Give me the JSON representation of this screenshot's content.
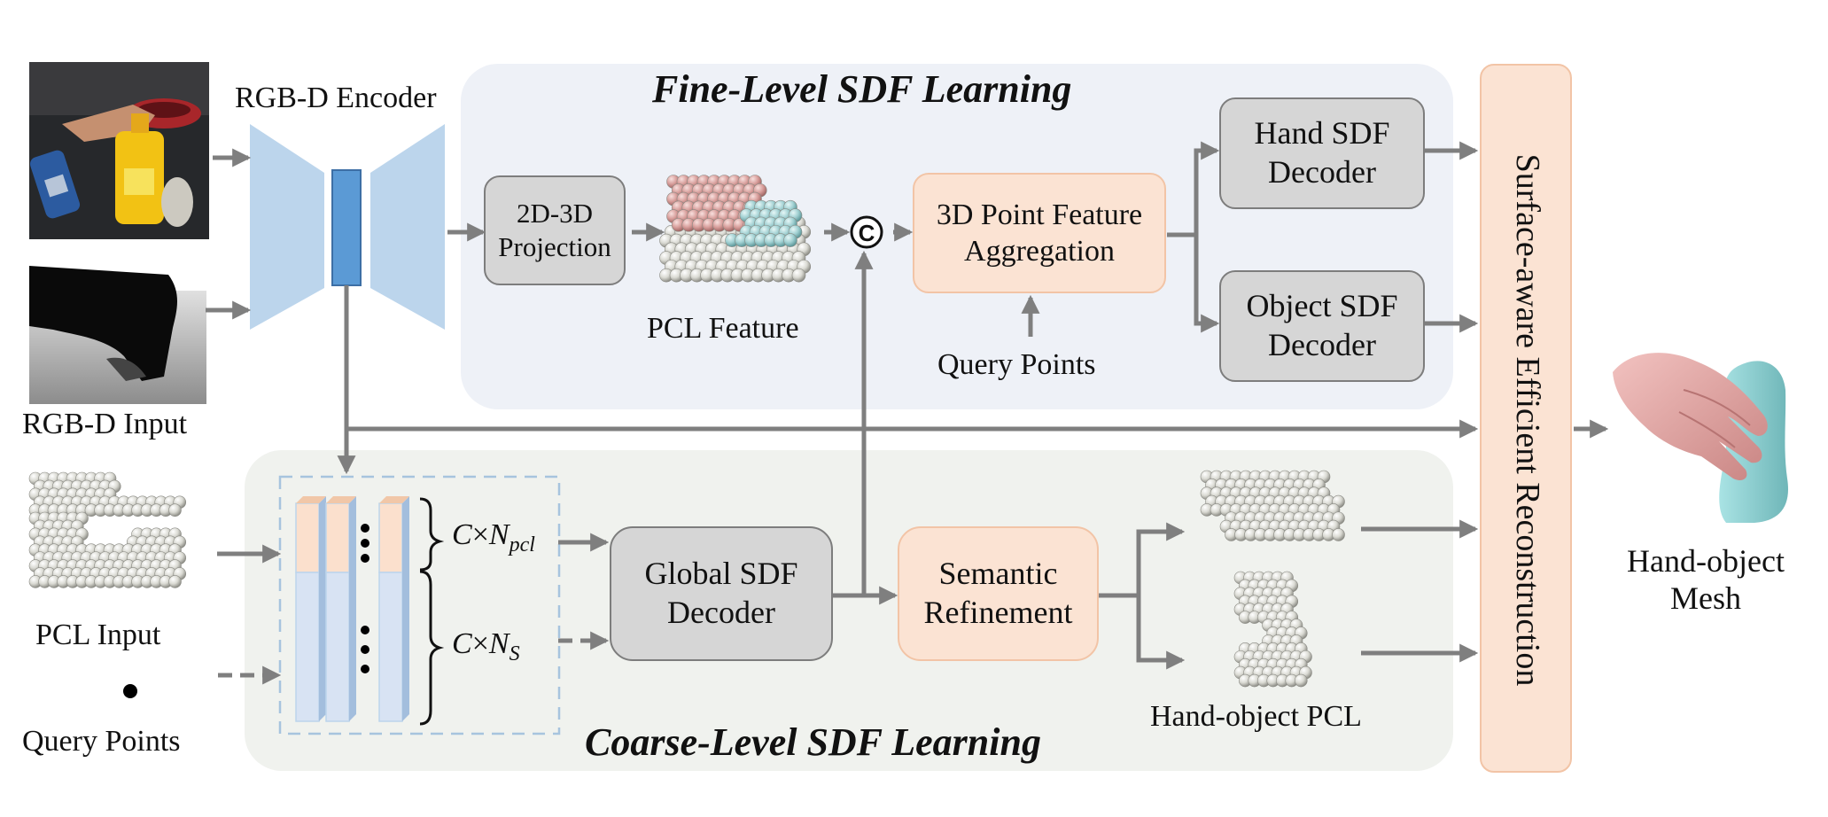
{
  "inputs": {
    "rgbd_label": "RGB-D Input",
    "pcl_label": "PCL Input",
    "query_label": "Query Points"
  },
  "encoder": {
    "label": "RGB-D Encoder"
  },
  "fine": {
    "title": "Fine-Level SDF Learning",
    "projection": [
      "2D-3D",
      "Projection"
    ],
    "pcl_feature": "PCL Feature",
    "concat_symbol": "C",
    "aggregation": [
      "3D Point Feature",
      "Aggregation"
    ],
    "query_points": "Query Points",
    "hand_decoder": [
      "Hand SDF",
      "Decoder"
    ],
    "object_decoder": [
      "Object SDF",
      "Decoder"
    ]
  },
  "coarse": {
    "title": "Coarse-Level SDF Learning",
    "dim_pcl": {
      "base": "C",
      "times": "×",
      "var": "N",
      "sub": "pcl"
    },
    "dim_s": {
      "base": "C",
      "times": "×",
      "var": "N",
      "sub": "S"
    },
    "global_decoder": [
      "Global SDF",
      "Decoder"
    ],
    "semantic_refinement": [
      "Semantic",
      "Refinement"
    ],
    "hand_object_pcl": "Hand-object PCL"
  },
  "reconstruction": "Surface-aware Efficient Reconstruction",
  "output": [
    "Hand-object",
    "Mesh"
  ],
  "colors": {
    "fine_panel": "#eef1f7",
    "coarse_panel": "#f0f2ee",
    "encoder": "#bcd5ec",
    "encoder_core": "#5b9ad5",
    "gray_box": "#d6d6d6",
    "peach_box": "#fbe3d3",
    "arrow": "#7f7f7f",
    "hand": "#e8a9a7",
    "object": "#a9e1e2",
    "points": "#dcdcd6"
  }
}
